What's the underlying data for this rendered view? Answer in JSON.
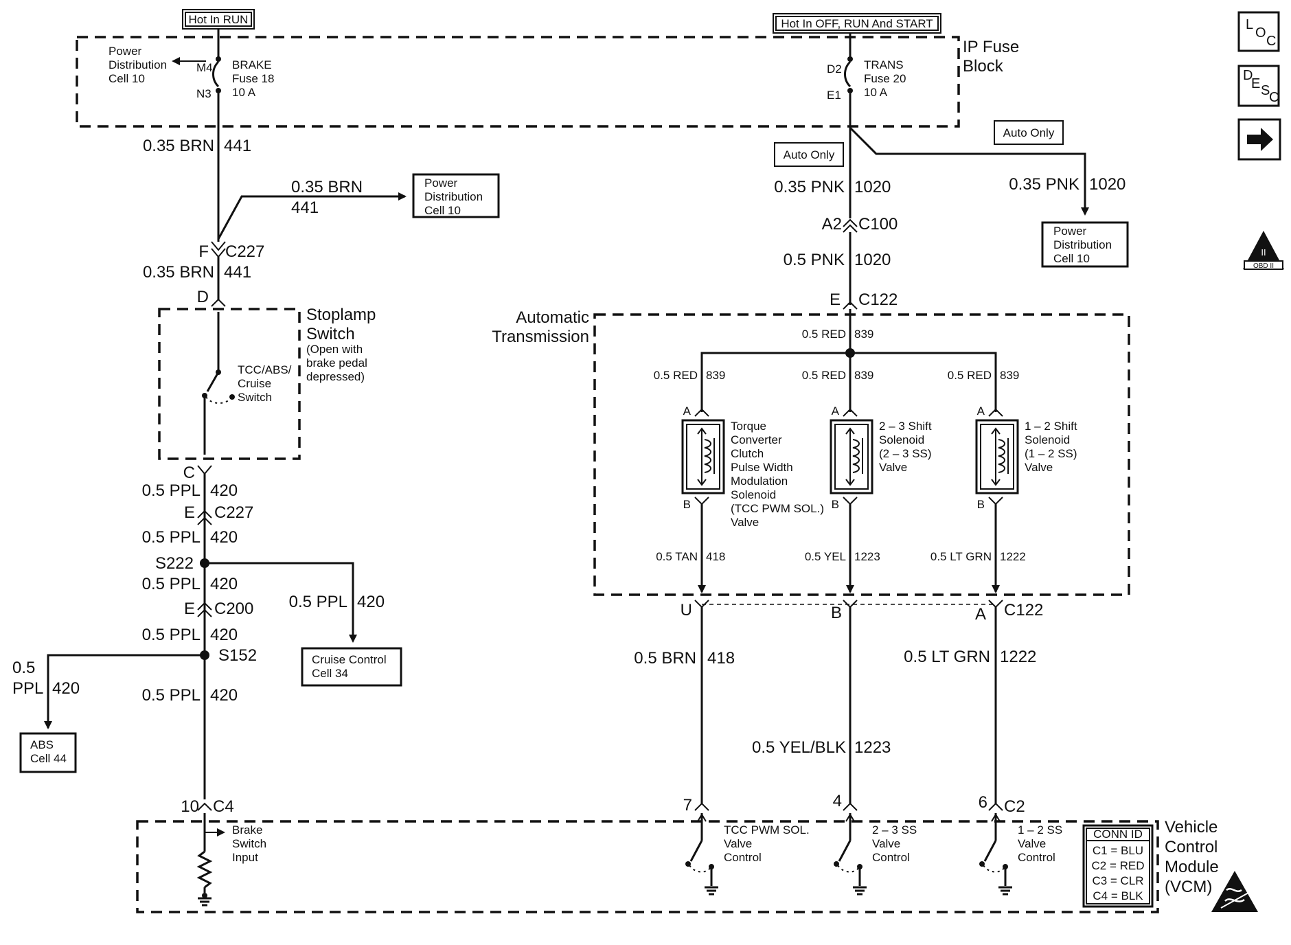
{
  "tags": {
    "hot_in_run": "Hot In RUN",
    "hot_in_off_run_start": "Hot In OFF, RUN And START",
    "auto_only_1": "Auto Only",
    "auto_only_2": "Auto Only"
  },
  "ip_fuse_block": {
    "title_1": "IP Fuse",
    "title_2": "Block",
    "pd_note_1": "Power",
    "pd_note_2": "Distribution",
    "pd_note_3": "Cell 10",
    "brake_pin_top": "M4",
    "brake_pin_bottom": "N3",
    "brake_fuse_1": "BRAKE",
    "brake_fuse_2": "Fuse 18",
    "brake_fuse_3": "10 A",
    "trans_pin_top": "D2",
    "trans_pin_bottom": "E1",
    "trans_fuse_1": "TRANS",
    "trans_fuse_2": "Fuse 20",
    "trans_fuse_3": "10 A"
  },
  "left_circuit": {
    "w1_wire": "0.35 BRN",
    "w1_circuit": "441",
    "branch_wire": "0.35 BRN",
    "branch_circuit": "441",
    "pd_box_1": "Power",
    "pd_box_2": "Distribution",
    "pd_box_3": "Cell 10",
    "c227_f_pin": "F",
    "c227_name": "C227",
    "w2_wire": "0.35 BRN",
    "w2_circuit": "441",
    "d_pin": "D",
    "stoplamp_title_1": "Stoplamp",
    "stoplamp_title_2": "Switch",
    "stoplamp_note_1": "(Open with",
    "stoplamp_note_2": "brake pedal",
    "stoplamp_note_3": "depressed)",
    "tcc_switch_1": "TCC/ABS/",
    "tcc_switch_2": "Cruise",
    "tcc_switch_3": "Switch",
    "c_pin": "C",
    "w3_wire": "0.5 PPL",
    "w3_circuit": "420",
    "c227_e_pin": "E",
    "c227_name_2": "C227",
    "w4_wire": "0.5 PPL",
    "w4_circuit": "420",
    "s222": "S222",
    "w5_wire": "0.5 PPL",
    "w5_circuit": "420",
    "cruise_wire": "0.5 PPL",
    "cruise_circuit": "420",
    "cruise_box_1": "Cruise Control",
    "cruise_box_2": "Cell 34",
    "c200_e_pin": "E",
    "c200_name": "C200",
    "w6_wire": "0.5 PPL",
    "w6_circuit": "420",
    "s152": "S152",
    "abs_wire_1": "0.5",
    "abs_wire_2": "PPL",
    "abs_circuit": "420",
    "abs_box_1": "ABS",
    "abs_box_2": "Cell 44",
    "w7_wire": "0.5 PPL",
    "w7_circuit": "420",
    "c4_pin": "10",
    "c4_name": "C4"
  },
  "right_circuit": {
    "w1_wire": "0.35 PNK",
    "w1_circuit": "1020",
    "branch_wire": "0.35 PNK",
    "branch_circuit": "1020",
    "pd_box_1": "Power",
    "pd_box_2": "Distribution",
    "pd_box_3": "Cell 10",
    "c100_pin": "A2",
    "c100_name": "C100",
    "w2_wire": "0.5 PNK",
    "w2_circuit": "1020",
    "c122_e_pin": "E",
    "c122_name": "C122"
  },
  "transmission": {
    "title_1": "Automatic",
    "title_2": "Transmission",
    "feed_wire": "0.5 RED",
    "feed_circuit": "839",
    "sol1_wire": "0.5 RED",
    "sol1_circuit": "839",
    "sol2_wire": "0.5 RED",
    "sol2_circuit": "839",
    "sol3_wire": "0.5 RED",
    "sol3_circuit": "839",
    "pin_a": "A",
    "pin_b": "B",
    "tcc_sol_1": "Torque",
    "tcc_sol_2": "Converter",
    "tcc_sol_3": "Clutch",
    "tcc_sol_4": "Pulse Width",
    "tcc_sol_5": "Modulation",
    "tcc_sol_6": "Solenoid",
    "tcc_sol_7": "(TCC PWM SOL.)",
    "tcc_sol_8": "Valve",
    "ss23_1": "2 – 3 Shift",
    "ss23_2": "Solenoid",
    "ss23_3": "(2 – 3 SS)",
    "ss23_4": "Valve",
    "ss12_1": "1 – 2 Shift",
    "ss12_2": "Solenoid",
    "ss12_3": "(1 – 2 SS)",
    "ss12_4": "Valve",
    "out1_wire": "0.5 TAN",
    "out1_circuit": "418",
    "out2_wire": "0.5 YEL",
    "out2_circuit": "1223",
    "out3_wire": "0.5 LT GRN",
    "out3_circuit": "1222"
  },
  "c122_bottom": {
    "pin_u": "U",
    "pin_b": "B",
    "pin_a": "A",
    "name": "C122"
  },
  "vcm_wires": {
    "w1_wire": "0.5 BRN",
    "w1_circuit": "418",
    "w2_wire": "0.5 LT GRN",
    "w2_circuit": "1222",
    "w3_wire": "0.5 YEL/BLK",
    "w3_circuit": "1223",
    "pin_7": "7",
    "pin_4": "4",
    "pin_6": "6",
    "c2_name": "C2"
  },
  "vcm": {
    "title_1": "Vehicle",
    "title_2": "Control",
    "title_3": "Module",
    "title_4": "(VCM)",
    "brake_input_1": "Brake",
    "brake_input_2": "Switch",
    "brake_input_3": "Input",
    "tcc_ctrl_1": "TCC PWM SOL.",
    "tcc_ctrl_2": "Valve",
    "tcc_ctrl_3": "Control",
    "ss23_ctrl_1": "2 – 3 SS",
    "ss23_ctrl_2": "Valve",
    "ss23_ctrl_3": "Control",
    "ss12_ctrl_1": "1 – 2 SS",
    "ss12_ctrl_2": "Valve",
    "ss12_ctrl_3": "Control",
    "conn_title": "CONN ID",
    "conn_c1": "C1 = BLU",
    "conn_c2": "C2 = RED",
    "conn_c3": "C3 = CLR",
    "conn_c4": "C4 = BLK"
  },
  "nav": {
    "loc_l": "L",
    "loc_o": "O",
    "loc_c": "C",
    "desc_d": "D",
    "desc_e": "E",
    "desc_s": "S",
    "desc_c": "C",
    "next_icon": "right-arrow-icon",
    "obd_top": "II",
    "obd_label": "OBD II"
  }
}
